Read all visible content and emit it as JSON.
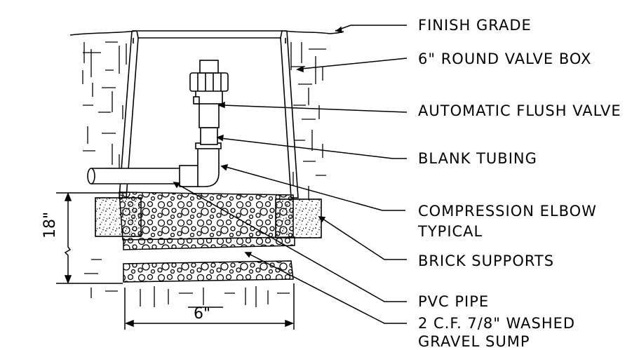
{
  "labels": {
    "finish_grade": "FINISH GRADE",
    "valve_box": "6\" ROUND VALVE BOX",
    "flush_valve": "AUTOMATIC  FLUSH VALVE",
    "blank_tubing": "BLANK TUBING",
    "compression_elbow_1": "COMPRESSION ELBOW",
    "compression_elbow_2": "TYPICAL",
    "brick_supports": "BRICK SUPPORTS",
    "pvc_pipe": "PVC PIPE",
    "gravel_sump_1": "2 C.F. 7/8\" WASHED",
    "gravel_sump_2": "GRAVEL SUMP"
  },
  "dimensions": {
    "depth": "18\"",
    "width": "6\""
  }
}
